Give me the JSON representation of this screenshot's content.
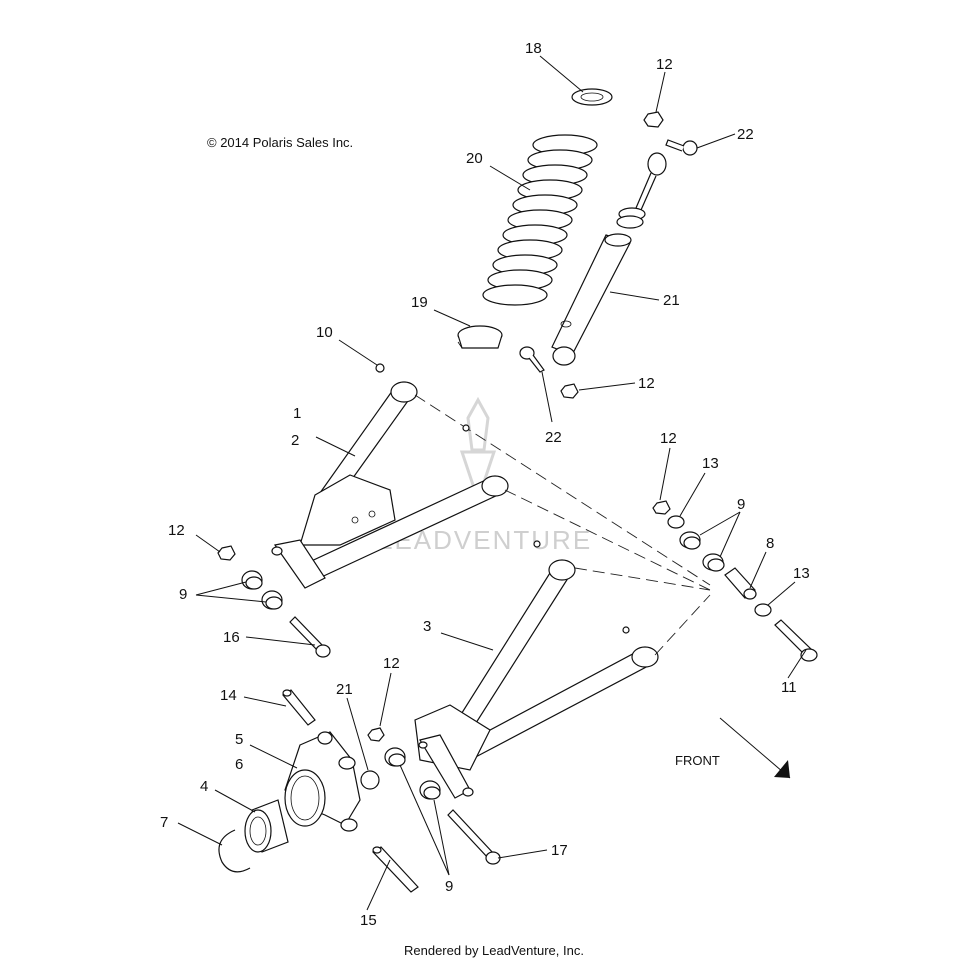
{
  "copyright": "© 2014 Polaris Sales Inc.",
  "footer": "Rendered by LeadVenture, Inc.",
  "watermark": "LEADVENTURE",
  "direction_label": "FRONT",
  "callouts": [
    {
      "id": "c18a",
      "text": "18"
    },
    {
      "id": "c12a",
      "text": "12"
    },
    {
      "id": "c22a",
      "text": "22"
    },
    {
      "id": "c20",
      "text": "20"
    },
    {
      "id": "c21a",
      "text": "21"
    },
    {
      "id": "c19",
      "text": "19"
    },
    {
      "id": "c10",
      "text": "10"
    },
    {
      "id": "c12b",
      "text": "12"
    },
    {
      "id": "c22b",
      "text": "22"
    },
    {
      "id": "c1",
      "text": "1"
    },
    {
      "id": "c2",
      "text": "2"
    },
    {
      "id": "c12c",
      "text": "12"
    },
    {
      "id": "c13a",
      "text": "13"
    },
    {
      "id": "c9a",
      "text": "9"
    },
    {
      "id": "c12d",
      "text": "12"
    },
    {
      "id": "c8",
      "text": "8"
    },
    {
      "id": "c13b",
      "text": "13"
    },
    {
      "id": "c9b",
      "text": "9"
    },
    {
      "id": "c3",
      "text": "3"
    },
    {
      "id": "c16",
      "text": "16"
    },
    {
      "id": "c12e",
      "text": "12"
    },
    {
      "id": "c11",
      "text": "11"
    },
    {
      "id": "c14",
      "text": "14"
    },
    {
      "id": "c21b",
      "text": "21"
    },
    {
      "id": "c5",
      "text": "5"
    },
    {
      "id": "c6",
      "text": "6"
    },
    {
      "id": "c4",
      "text": "4"
    },
    {
      "id": "c7",
      "text": "7"
    },
    {
      "id": "c17",
      "text": "17"
    },
    {
      "id": "c9c",
      "text": "9"
    },
    {
      "id": "c15",
      "text": "15"
    }
  ]
}
